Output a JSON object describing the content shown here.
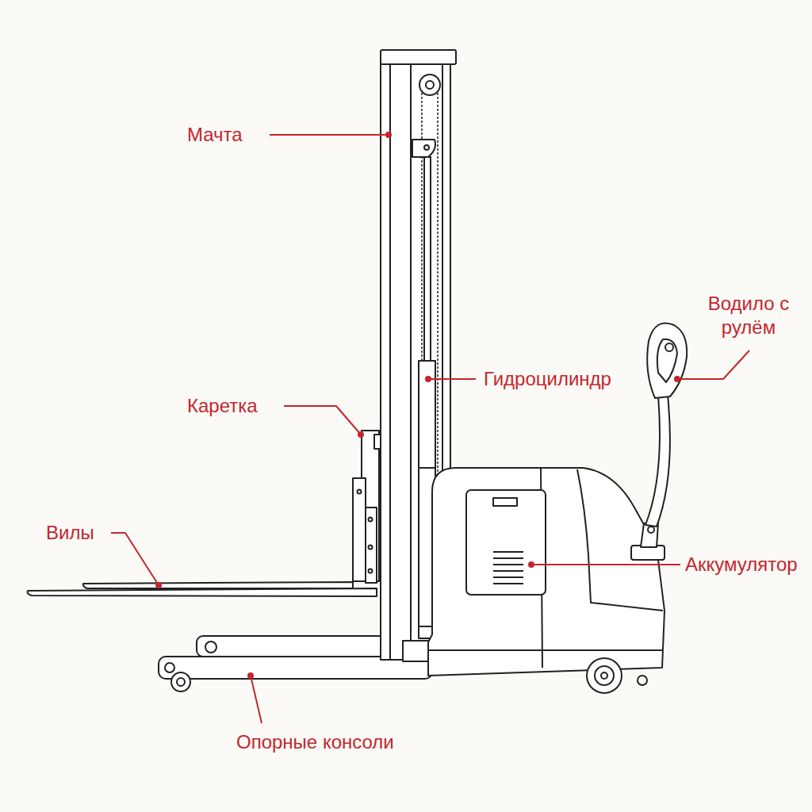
{
  "diagram": {
    "labels": [
      "Мачта",
      "Водило с рулём",
      "Гидроцилиндр",
      "Каретка",
      "Вилы",
      "Аккумулятор",
      "Опорные консоли"
    ]
  }
}
